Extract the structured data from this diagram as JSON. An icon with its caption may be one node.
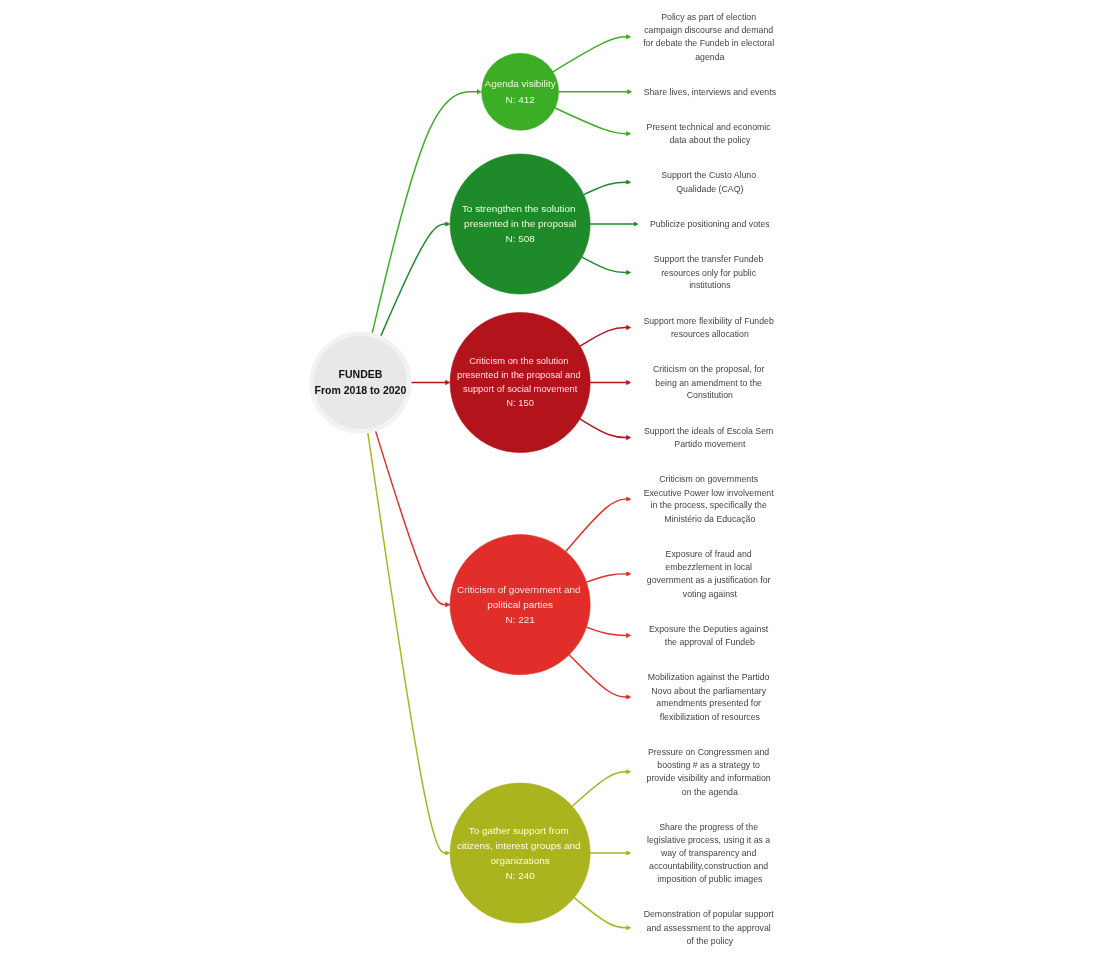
{
  "diagram": {
    "nodes": [
      {
        "text": [
          "FUNDEB",
          "From 2018 to 2020"
        ]
      },
      {
        "text": [
          "Agenda visibility",
          "N: 412"
        ]
      },
      {
        "text": [
          "Policy as part of election campaign discourse and demand for debate the Fundeb in electoral agenda"
        ]
      },
      {
        "text": [
          "Share lives, interviews and events"
        ]
      },
      {
        "text": [
          "Present technical and economic data about the policy"
        ]
      },
      {
        "text": [
          "To strengthen the solution presented in the proposal",
          "N: 508"
        ]
      },
      {
        "text": [
          "Support the Custo Aluno Qualidade (CAQ)"
        ]
      },
      {
        "text": [
          "Publicize positioning and votes"
        ]
      },
      {
        "text": [
          "Support the transfer Fundeb resources only for public institutions"
        ]
      },
      {
        "text": [
          "Criticism on the solution presented in the proposal and support of social movement",
          "N: 150"
        ]
      },
      {
        "text": [
          "Support more flexibility of Fundeb resources allocation"
        ]
      },
      {
        "text": [
          "Criticism on the proposal, for being an amendment to the Constitution"
        ]
      },
      {
        "text": [
          "Support the ideals of Escola Sem Partido movement"
        ]
      },
      {
        "text": [
          "Criticism of government and political parties",
          "N: 221"
        ]
      },
      {
        "text": [
          "Criticism on governments Executive Power low involvement in the process, specifically the Ministério da Educação"
        ]
      },
      {
        "text": [
          "Exposure of fraud and embezzlement in local government as a justification for voting against"
        ]
      },
      {
        "text": [
          "Exposure the Deputies against the approval of Fundeb"
        ]
      },
      {
        "text": [
          "Mobilization against the Partido Novo about the parliamentary amendments presented for flexibilization of resources"
        ]
      },
      {
        "text": [
          "To gather support from citizens, interest groups and organizations",
          "N: 240"
        ]
      },
      {
        "text": [
          "Pressure on Congressmen and boosting # as a strategy to provide visibility and information on the agenda"
        ]
      },
      {
        "text": [
          "Share the progress of the legislative process, using it as a way of transparency and accountability,construction and imposition of public images"
        ]
      },
      {
        "text": [
          "Demonstration of popular support and assessment to the approval of the policy"
        ]
      }
    ],
    "edges": [
      {
        "from": 0,
        "to": 1,
        "arrow": "to",
        "color": "#3cae25"
      },
      {
        "from": 1,
        "to": 2,
        "arrow": "to",
        "color": "#3cae25"
      },
      {
        "from": 1,
        "to": 3,
        "arrow": "to",
        "color": "#3cae25"
      },
      {
        "from": 1,
        "to": 4,
        "arrow": "to",
        "color": "#3cae25"
      },
      {
        "from": 0,
        "to": 5,
        "arrow": "to",
        "color": "#1f8a2a"
      },
      {
        "from": 5,
        "to": 6,
        "arrow": "to",
        "color": "#1f8a2a"
      },
      {
        "from": 5,
        "to": 7,
        "arrow": "to",
        "color": "#1f8a2a"
      },
      {
        "from": 5,
        "to": 8,
        "arrow": "to",
        "color": "#1f8a2a"
      },
      {
        "from": 0,
        "to": 9,
        "arrow": "to",
        "color": "#b3141c"
      },
      {
        "from": 9,
        "to": 10,
        "arrow": "to",
        "color": "#b3141c"
      },
      {
        "from": 9,
        "to": 11,
        "arrow": "to",
        "color": "#b3141c"
      },
      {
        "from": 9,
        "to": 12,
        "arrow": "to",
        "color": "#b3141c"
      },
      {
        "from": 0,
        "to": 13,
        "arrow": "to",
        "color": "#e12e2a"
      },
      {
        "from": 13,
        "to": 14,
        "arrow": "to",
        "color": "#e12e2a"
      },
      {
        "from": 13,
        "to": 15,
        "arrow": "to",
        "color": "#e12e2a"
      },
      {
        "from": 13,
        "to": 16,
        "arrow": "to",
        "color": "#e12e2a"
      },
      {
        "from": 13,
        "to": 17,
        "arrow": "to",
        "color": "#e12e2a"
      },
      {
        "from": 0,
        "to": 18,
        "arrow": "to",
        "color": "#a9b41e"
      },
      {
        "from": 18,
        "to": 19,
        "arrow": "to",
        "color": "#a9b41e"
      },
      {
        "from": 18,
        "to": 20,
        "arrow": "to",
        "color": "#a9b41e"
      },
      {
        "from": 18,
        "to": 21,
        "arrow": "to",
        "color": "#a9b41e"
      }
    ]
  }
}
